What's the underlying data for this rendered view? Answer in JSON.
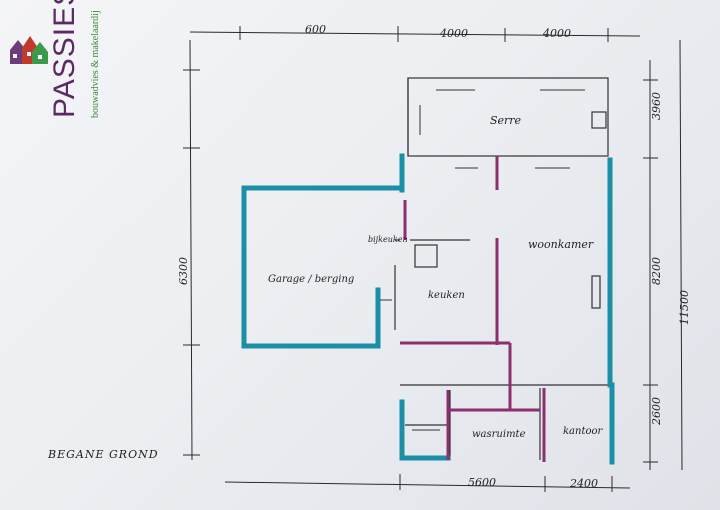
{
  "logo": {
    "brand": "PASSIES",
    "tagline": "bouwadvies & makelaardij"
  },
  "plan": {
    "title": "BEGANE GROND",
    "rooms": {
      "serre": "Serre",
      "woonkamer": "woonkamer",
      "keuken": "keuken",
      "bijkeuken": "bijkeuken",
      "garage": "Garage / berging",
      "wasruimte": "wasruimte",
      "kantoor": "kantoor"
    },
    "dimensions": {
      "top_left": "600",
      "top_mid": "4000",
      "top_right": "4000",
      "right_top": "3960",
      "right_mid": "8200",
      "right_low": "2600",
      "right_total": "11500",
      "left_height": "6300",
      "bottom_left": "5600",
      "bottom_right": "2400"
    }
  }
}
